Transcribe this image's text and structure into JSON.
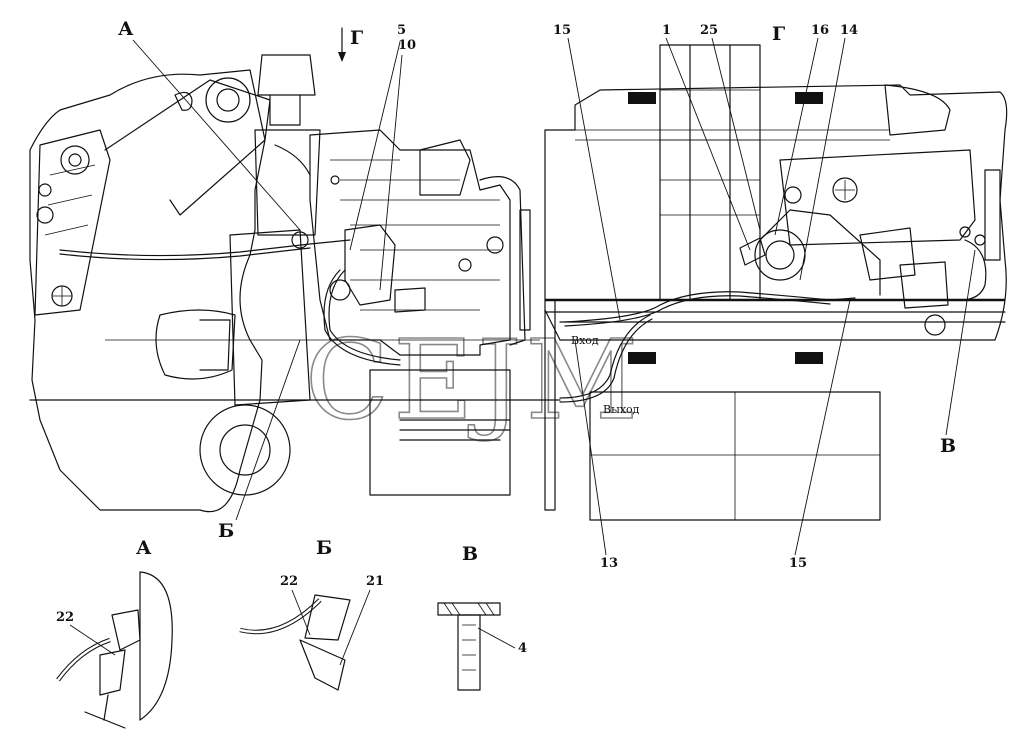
{
  "views": {
    "a": "А",
    "b": "Б",
    "v": "В",
    "g": "Г"
  },
  "callouts": {
    "n1": "1",
    "n4": "4",
    "n5": "5",
    "n10": "10",
    "n13": "13",
    "n14": "14",
    "n15": "15",
    "n16": "16",
    "n21": "21",
    "n22": "22",
    "n25": "25"
  },
  "ports": {
    "inlet": "Вход",
    "outlet": "Выход"
  },
  "watermark": "CEJM"
}
